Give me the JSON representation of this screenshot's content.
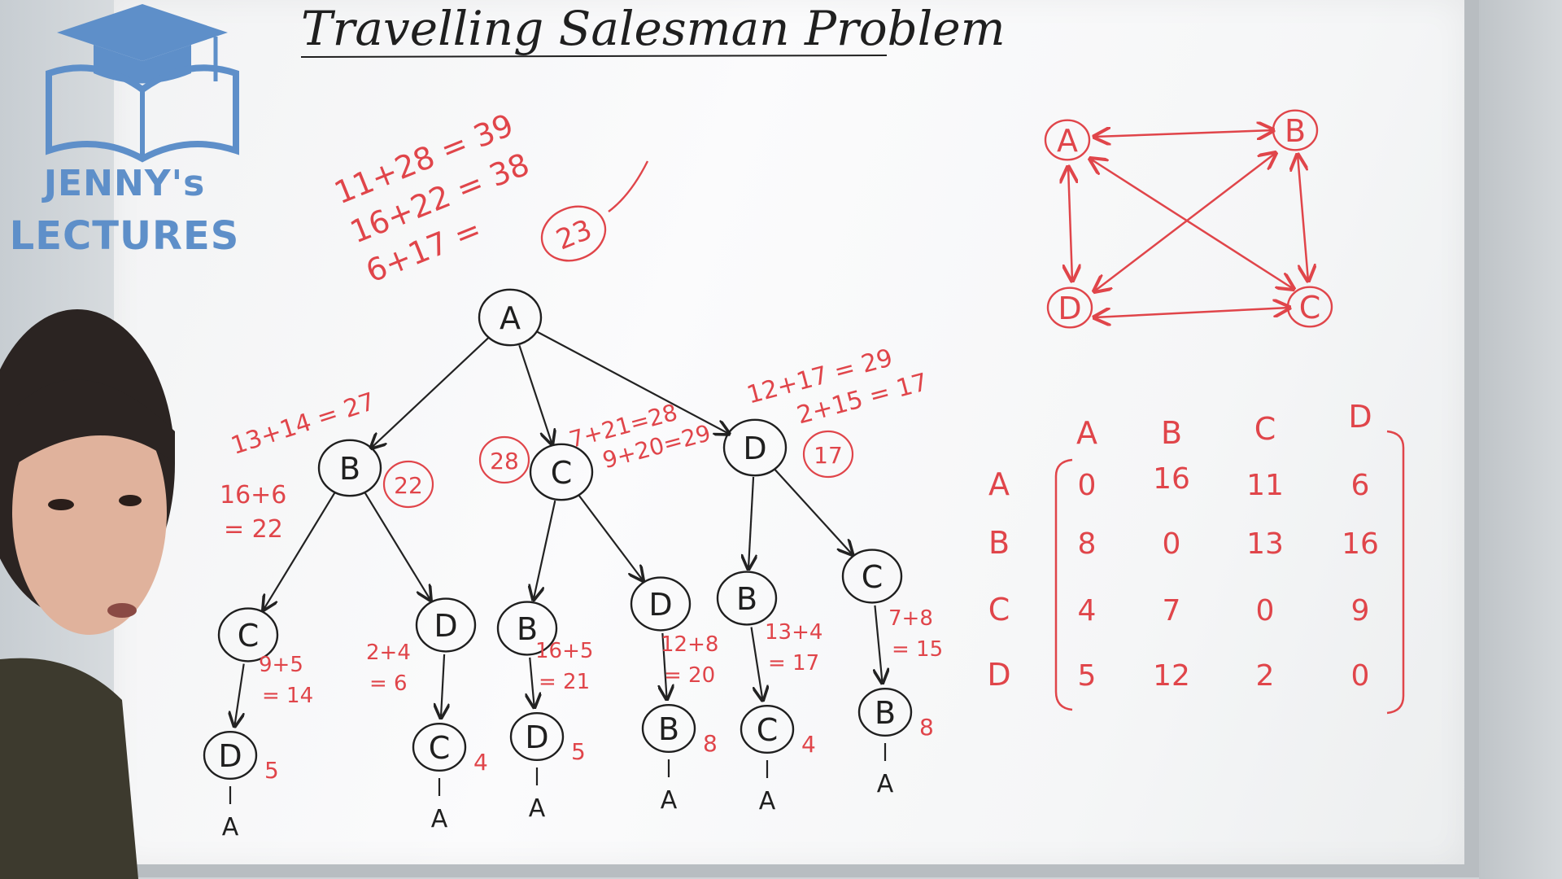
{
  "title": "Travelling Salesman Problem",
  "logo": {
    "line1": "JENNY's",
    "line2": "LECTURES"
  },
  "graph": {
    "nodes": [
      "A",
      "B",
      "C",
      "D"
    ]
  },
  "matrix": {
    "col_headers": [
      "A",
      "B",
      "C",
      "D"
    ],
    "row_headers": [
      "A",
      "B",
      "C",
      "D"
    ],
    "rows": [
      [
        "0",
        "16",
        "11",
        "6"
      ],
      [
        "8",
        "0",
        "13",
        "16"
      ],
      [
        "4",
        "7",
        "0",
        "9"
      ],
      [
        "5",
        "12",
        "2",
        "0"
      ]
    ]
  },
  "tree": {
    "root": "A",
    "root_calcs": [
      "11+28 = 39",
      "16+22 = 38",
      "6+17 ="
    ],
    "root_min": "23",
    "level1": [
      {
        "label": "B",
        "calc": [
          "13+14 = 27",
          "16+6",
          "= 22"
        ],
        "min": "22"
      },
      {
        "label": "C",
        "calc": [
          "7+21=28",
          "9+20=29"
        ],
        "min": "28"
      },
      {
        "label": "D",
        "calc": [
          "12+17 = 29",
          "2+15 = 17"
        ],
        "min": "17"
      }
    ],
    "level2": [
      {
        "label": "C",
        "calc": [
          "9+5",
          "= 14"
        ]
      },
      {
        "label": "D",
        "calc": [
          "2+4",
          "= 6"
        ]
      },
      {
        "label": "B",
        "calc": [
          "16+5",
          "= 21"
        ]
      },
      {
        "label": "D",
        "calc": [
          "12+8",
          "= 20"
        ]
      },
      {
        "label": "B",
        "calc": [
          "13+4",
          "= 17"
        ]
      },
      {
        "label": "C",
        "calc": [
          "7+8",
          "= 15"
        ]
      }
    ],
    "level3": [
      {
        "label": "D",
        "cost": "5"
      },
      {
        "label": "C",
        "cost": "4"
      },
      {
        "label": "D",
        "cost": "5"
      },
      {
        "label": "B",
        "cost": "8"
      },
      {
        "label": "C",
        "cost": "4"
      },
      {
        "label": "B",
        "cost": "8"
      }
    ],
    "return_label": "A"
  },
  "colors": {
    "ink_black": "#1f1f1f",
    "ink_red": "#e0454a",
    "logo_blue": "#5e8fc9"
  }
}
